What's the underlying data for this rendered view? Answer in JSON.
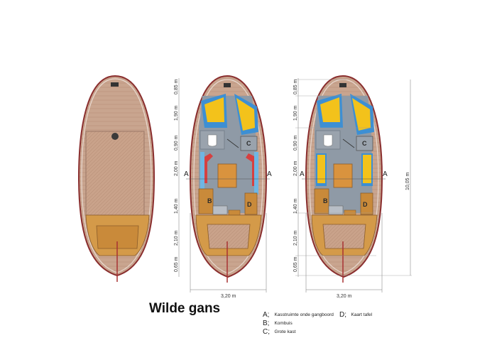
{
  "title": "Wilde gans",
  "legend": [
    {
      "key": "A;",
      "text": "Kasstruimte onde gangboord"
    },
    {
      "key": "B;",
      "text": "Kombuis"
    },
    {
      "key": "C;",
      "text": "Grote kast"
    },
    {
      "key": "D;",
      "text": "Kaart tafel"
    }
  ],
  "dimensions": {
    "d1": "0,85 m",
    "d2": "1,90 m",
    "d3": "0,90 m",
    "d4": "2,00 m",
    "d5": "1,40 m",
    "d6": "2,10 m",
    "d7": "0,65 m",
    "width": "3,20 m",
    "length": "10,05 m"
  },
  "section_marker": "A",
  "rooms": {
    "b": "B",
    "c": "C",
    "d": "D"
  },
  "colors": {
    "hull_outline": "#8a2e2e",
    "deck_wood": "#c9a58f",
    "interior_floor": "#8f9aa6",
    "cushion_yellow": "#f3c21b",
    "cushion_blue": "#3d8fd3",
    "cabinetry": "#c98a3a",
    "table": "#d9933e",
    "red_seating": "#d64040"
  }
}
